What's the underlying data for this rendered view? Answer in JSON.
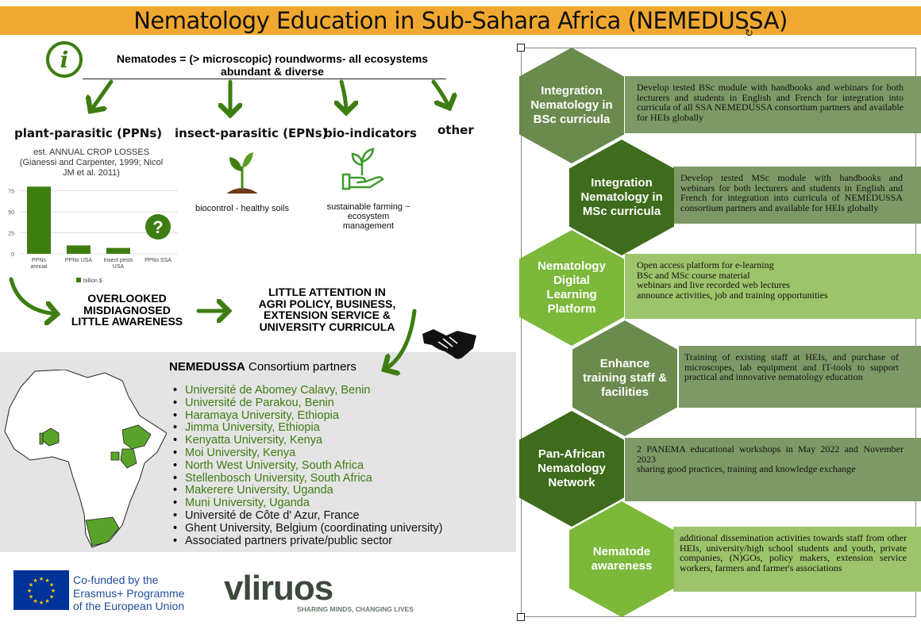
{
  "title": "Nematology Education in Sub-Sahara Africa (NEMEDUSSA)",
  "intro": {
    "line1": "Nematodes = (> microscopic) roundworms- all ecosystems",
    "line2": "abundant & diverse"
  },
  "categories": {
    "ppn": "plant-parasitic (PPNs)",
    "epn": "insect-parasitic (EPNs)",
    "bio": "bio-indicators",
    "other": "other"
  },
  "chart_title": {
    "line1": "est. ANNUAL CROP LOSSES",
    "line2": "(Gianessi and Carpenter, 1999; Nicol",
    "line3": "JM et al. 2011)"
  },
  "chart_data": {
    "type": "bar",
    "categories": [
      "PPNs annual",
      "PPNs USA",
      "Insect pests USA",
      "PPNs SSA"
    ],
    "values": [
      80,
      10,
      7,
      null
    ],
    "yticks": [
      "75",
      "50",
      "25",
      "0"
    ],
    "ylim": [
      0,
      85
    ],
    "legend": "billion $",
    "unknown_marker": "?"
  },
  "epn_caption": "biocontrol - healthy soils",
  "bio_caption": {
    "line1": "sustainable farming ~ ecosystem",
    "line2": "management"
  },
  "overlooked": {
    "line1": "OVERLOOKED",
    "line2": "MISDIAGNOSED",
    "line3": "LITTLE AWARENESS"
  },
  "attention": {
    "line1": "LITTLE ATTENTION IN",
    "line2": "AGRI POLICY, BUSINESS,",
    "line3": "EXTENSION SERVICE  &",
    "line4": "UNIVERSITY CURRICULA"
  },
  "consortium": {
    "bold": "NEMEDUSSA",
    "rest": " Consortium partners"
  },
  "partners": [
    {
      "name": "Université de Abomey Calavy, Benin",
      "green": true
    },
    {
      "name": "Université de Parakou, Benin",
      "green": true
    },
    {
      "name": "Haramaya University, Ethiopia",
      "green": true
    },
    {
      "name": "Jimma University, Ethiopia",
      "green": true
    },
    {
      "name": "Kenyatta University, Kenya",
      "green": true
    },
    {
      "name": "Moi University, Kenya",
      "green": true
    },
    {
      "name": "North West University, South Africa",
      "green": true
    },
    {
      "name": "Stellenbosch University, South Africa",
      "green": true
    },
    {
      "name": "Makerere University, Uganda",
      "green": true
    },
    {
      "name": "Muni University, Uganda",
      "green": true
    },
    {
      "name": "Université de Côte d' Azur, France",
      "green": false
    },
    {
      "name": "Ghent University, Belgium (coordinating university)",
      "green": false
    },
    {
      "name": "Associated partners private/public sector",
      "green": false
    }
  ],
  "eu": {
    "line1": "Co-funded by the",
    "line2": "Erasmus+ Programme",
    "line3": "of the European Union"
  },
  "vliruos": {
    "name": "vliruos",
    "tagline": "SHARING MINDS, CHANGING LIVES"
  },
  "pillars": [
    {
      "label": "Integration Nematology in BSc curricula",
      "text": "Develop tested BSc module with handbooks and webinars for both lecturers and students in English and French for integration into curricula of all SSA NEMEDUSSA consortium partners and available for HEIs globally"
    },
    {
      "label": "Integration Nematology in MSc curricula",
      "text": "Develop tested MSc module with handbooks and webinars for both lecturers and students in English and French for integration into curricula of NEMEDUSSA consortium partners and available for HEIs globally"
    },
    {
      "label": "Nematology Digital Learning Platform",
      "text": "Open access platform for e-learning\nBSc and MSc course material\nwebinars and live recorded web lectures\nannounce activities, job and training opportunities"
    },
    {
      "label": "Enhance training staff & facilities",
      "text": "Training of existing staff at HEIs, and purchase of microscopes, lab equipment and IT-tools to support practical and innovative nematology education"
    },
    {
      "label": "Pan-African Nematology Network",
      "text": "2 PANEMA educational workshops in May 2022 and November 2023\nsharing good practices, training and  knowledge exchange"
    },
    {
      "label": "Nematode awareness",
      "text": "additional dissemination activities towards staff from other HEIs, university/high school students and youth, private companies, (N)GOs, policy makers, extension service workers, farmers and farmer's associations"
    }
  ],
  "colors": {
    "banner": "#f0a830",
    "dark_olive": "#6b8a4e",
    "dark_green": "#3e6b1c",
    "light_green": "#7cb83a",
    "box_light": "#9cc46a",
    "box_dark": "#7f9966"
  }
}
